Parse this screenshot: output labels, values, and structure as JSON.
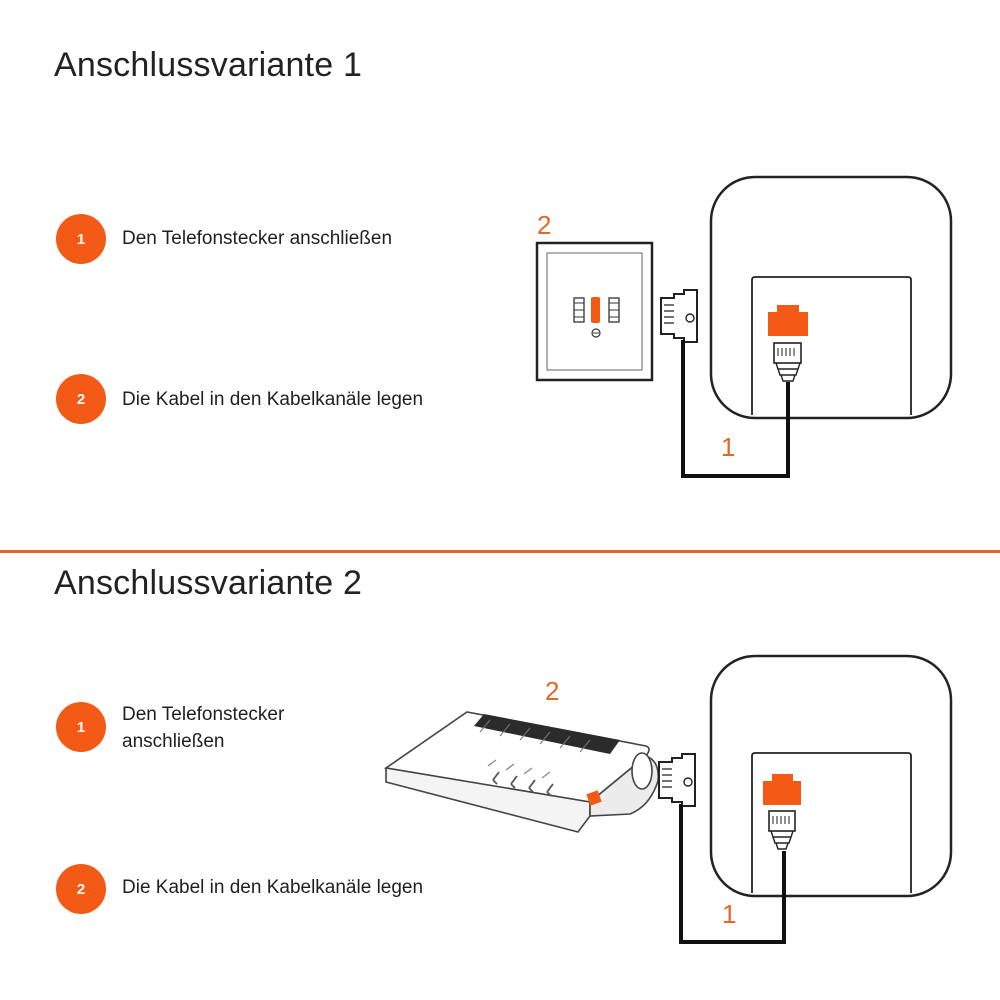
{
  "colors": {
    "accent": "#f25a16",
    "divider": "#e0682a",
    "line": "#111111"
  },
  "variant1": {
    "title": "Anschlussvariante 1",
    "steps": [
      {
        "number": "1",
        "text": "Den Telefonstecker anschließen"
      },
      {
        "number": "2",
        "text": "Die Kabel in den Kabelkanäle legen"
      }
    ],
    "callouts": {
      "wall_socket": "2",
      "cable": "1"
    }
  },
  "variant2": {
    "title": "Anschlussvariante 2",
    "steps": [
      {
        "number": "1",
        "text_line1": "Den Telefonstecker",
        "text_line2": "anschließen"
      },
      {
        "number": "2",
        "text": "Die Kabel in den Kabelkanäle legen"
      }
    ],
    "callouts": {
      "router": "2",
      "cable": "1"
    }
  }
}
